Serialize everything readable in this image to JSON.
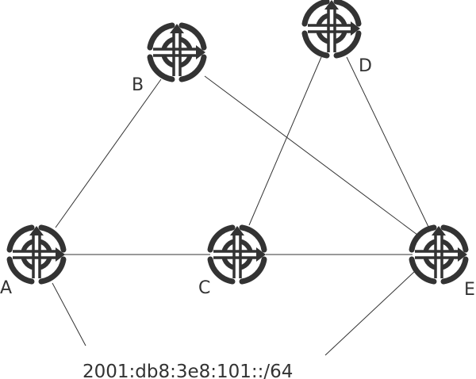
{
  "routers": {
    "a": {
      "label": "A",
      "icon": "router-icon"
    },
    "b": {
      "label": "B",
      "icon": "router-icon"
    },
    "c": {
      "label": "C",
      "icon": "router-icon"
    },
    "d": {
      "label": "D",
      "icon": "router-icon"
    },
    "e": {
      "label": "E",
      "icon": "router-icon"
    }
  },
  "links": [
    {
      "from": "A",
      "to": "B"
    },
    {
      "from": "A",
      "to": "C"
    },
    {
      "from": "C",
      "to": "E"
    },
    {
      "from": "B",
      "to": "E"
    },
    {
      "from": "C",
      "to": "D"
    },
    {
      "from": "D",
      "to": "E"
    },
    {
      "from": "A",
      "to": "prefix"
    },
    {
      "from": "E",
      "to": "prefix"
    }
  ],
  "prefix": {
    "label": "2001:db8:3e8:101::/64"
  },
  "colors": {
    "ink": "#333333",
    "background": "#ffffff"
  }
}
